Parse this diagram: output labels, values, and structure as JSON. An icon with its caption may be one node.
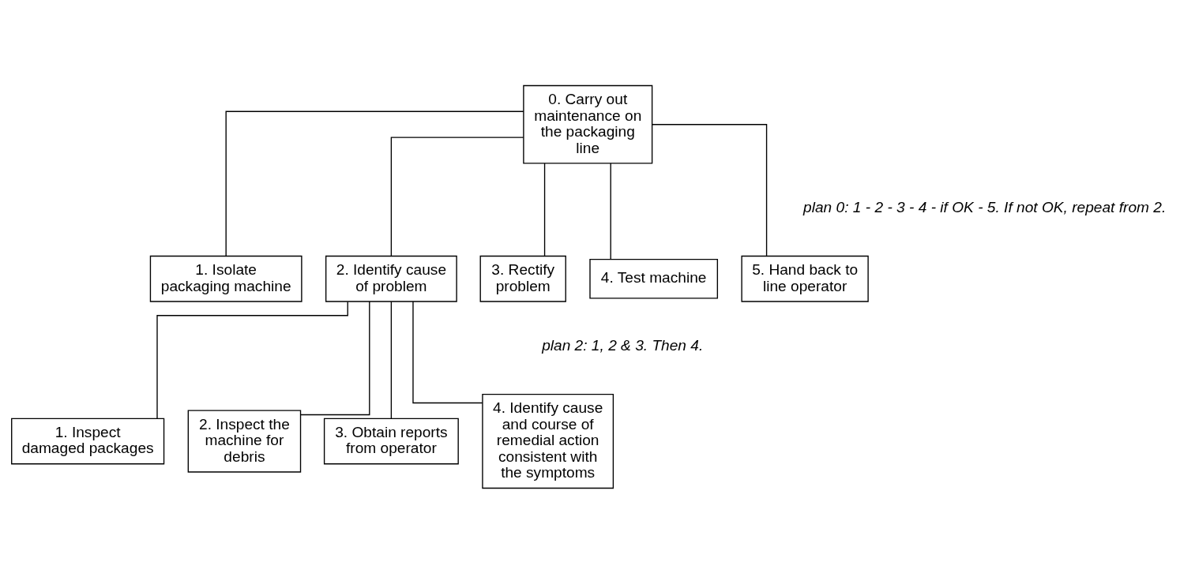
{
  "diagram": {
    "nodes": [
      {
        "text": [
          "0. Carry out maintenance on the packaging line"
        ]
      },
      {
        "text": [
          "1. Isolate packaging machine"
        ]
      },
      {
        "text": [
          "2. Identify cause of problem"
        ]
      },
      {
        "text": [
          "3. Rectify problem"
        ]
      },
      {
        "text": [
          "4. Test machine"
        ]
      },
      {
        "text": [
          "5. Hand back to line operator"
        ]
      },
      {
        "text": [
          "1. Inspect damaged packages"
        ]
      },
      {
        "text": [
          "2. Inspect the machine for debris"
        ]
      },
      {
        "text": [
          "3. Obtain reports from operator"
        ]
      },
      {
        "text": [
          "4. Identify cause and course of remedial action consistent with the symptoms"
        ]
      }
    ],
    "edges": [
      {
        "from": 0,
        "to": 1,
        "arrow": "none"
      },
      {
        "from": 0,
        "to": 2,
        "arrow": "none"
      },
      {
        "from": 0,
        "to": 3,
        "arrow": "none"
      },
      {
        "from": 0,
        "to": 4,
        "arrow": "none"
      },
      {
        "from": 0,
        "to": 5,
        "arrow": "none"
      },
      {
        "from": 2,
        "to": 6,
        "arrow": "none"
      },
      {
        "from": 2,
        "to": 7,
        "arrow": "none"
      },
      {
        "from": 2,
        "to": 8,
        "arrow": "none"
      },
      {
        "from": 2,
        "to": 9,
        "arrow": "none"
      }
    ],
    "labels": [
      "plan 0: 1 - 2 - 3 - 4 - if OK - 5. If not OK, repeat from 2.",
      "plan 2: 1, 2 & 3. Then 4."
    ]
  }
}
